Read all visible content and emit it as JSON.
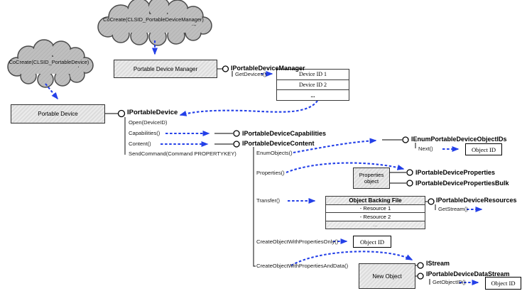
{
  "diagram": {
    "clouds": {
      "manager": "CoCreate(CLSID_PortableDeviceManager)",
      "device": "CoCreate(CLSID_PortableDevice)"
    },
    "boxes": {
      "manager": "Portable Device Manager",
      "device": "Portable Device",
      "properties_object_line1": "Properties",
      "properties_object_line2": "object",
      "new_object": "New Object"
    },
    "interfaces": {
      "manager": {
        "name": "IPortableDeviceManager",
        "methods": [
          "GetDevices()"
        ]
      },
      "device": {
        "name": "IPortableDevice",
        "methods": [
          "Open(DeviceID)",
          "Capabilities()",
          "Content()",
          "SendCommand(Command PROPERTYKEY)"
        ]
      },
      "capabilities": {
        "name": "IPortableDeviceCapabilities"
      },
      "content": {
        "name": "IPortableDeviceContent",
        "methods": [
          "EnumObjects()",
          "Properties()",
          "Transfer()",
          "CreateObjectWithPropertiesOnly()",
          "CreateObjectWithPropertiesAndData()"
        ]
      },
      "enum_objectids": {
        "name": "IEnumPortableDeviceObjectIDs",
        "methods": [
          "Next()"
        ]
      },
      "properties": {
        "name": "IPortableDeviceProperties"
      },
      "properties_bulk": {
        "name": "IPortableDevicePropertiesBulk"
      },
      "resources": {
        "name": "IPortableDeviceResources",
        "methods": [
          "GetStream()"
        ]
      },
      "istream": {
        "name": "IStream"
      },
      "datastream": {
        "name": "IPortableDeviceDataStream",
        "methods": [
          "GetObjectID()"
        ]
      }
    },
    "tables": {
      "device_ids": {
        "rows": [
          "Device ID 1",
          "Device ID 2",
          "..."
        ]
      },
      "backing_file": {
        "header": "Object Backing File",
        "rows": [
          "- Resource 1",
          "- Resource 2",
          "..."
        ]
      }
    },
    "object_id_boxes": {
      "enum_result": "Object ID",
      "create_result": "Object ID",
      "getobjectid_result": "Object ID"
    },
    "colors": {
      "arrow_blue": "#2440e8",
      "cloud_fill": "#bdbdbd",
      "box_fill": "#e6e6e6",
      "line": "#333333"
    }
  }
}
